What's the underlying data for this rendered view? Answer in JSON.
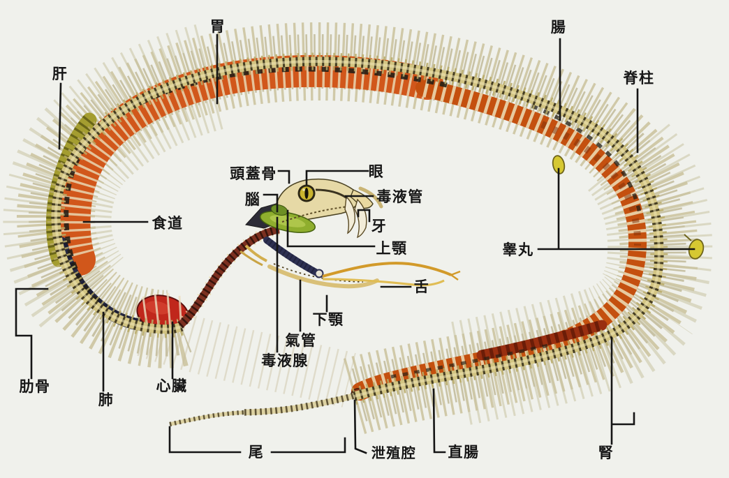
{
  "figure": {
    "type": "anatomical-diagram",
    "subject": "Snake skeleton and internal organs, side view, coiled, labeled in Traditional Chinese",
    "language": "zh-Hant"
  },
  "labels": {
    "liver": "肝",
    "stomach": "胃",
    "intestine": "腸",
    "spine": "脊柱",
    "skull": "頭蓋骨",
    "brain": "腦",
    "eye": "眼",
    "venom_duct": "毒液管",
    "fang": "牙",
    "upper_jaw": "上顎",
    "esophagus": "食道",
    "tongue": "舌",
    "lower_jaw": "下顎",
    "trachea": "氣管",
    "venom_gland": "毒液腺",
    "ribs": "肋骨",
    "lung": "肺",
    "heart": "心臟",
    "tail": "尾",
    "cloaca": "泄殖腔",
    "rectum": "直腸",
    "testis": "睾丸",
    "kidney": "腎"
  },
  "colors": {
    "background": "#f0f1ec",
    "rib_bone": "#cdc5a2",
    "rib_bone_dark": "#b7ae88",
    "vertebra_base": "#d2c482",
    "vertebra_shadow": "#352f18",
    "stomach": "#d1571b",
    "intestine": "#c4500f",
    "liver": "#a49d30",
    "lung": "#262a45",
    "heart": "#c0271c",
    "kidney": "#992f10",
    "testis": "#d6c832",
    "venom_gland": "#8fae2e",
    "trachea": "#2d3052",
    "tongue": "#d29a2a",
    "neck_vertebrae": "#7c3020",
    "callout_line": "#151515",
    "label_text": "#161616"
  }
}
